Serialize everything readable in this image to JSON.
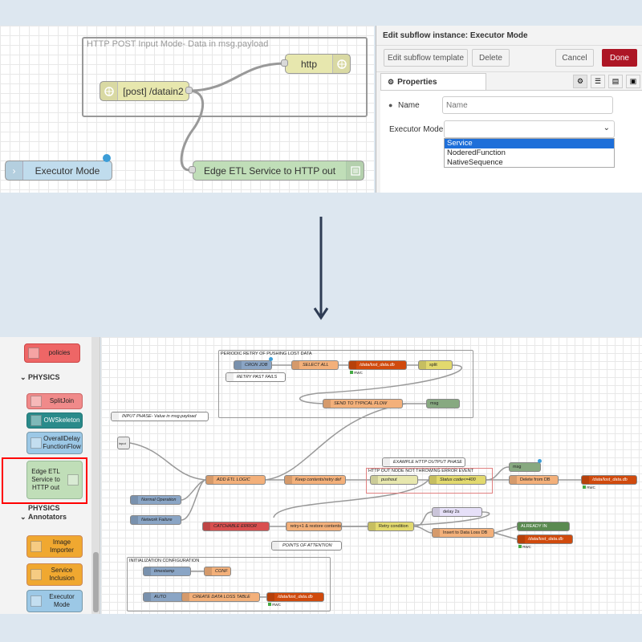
{
  "top": {
    "group_label": "HTTP POST Input Mode- Data in msg.payload",
    "nodes": {
      "http": "http",
      "post": "[post] /datain2",
      "executor": "Executor Mode",
      "edge": "Edge ETL Service to HTTP out"
    },
    "editor": {
      "title": "Edit subflow instance: Executor Mode",
      "edit_template": "Edit subflow template",
      "delete": "Delete",
      "cancel": "Cancel",
      "done": "Done",
      "tab": "Properties",
      "name_label": "Name",
      "name_placeholder": "Name",
      "executor_label": "Executor Mode",
      "options": [
        "Service",
        "NoderedFunction",
        "NativeSequence"
      ],
      "selected_option": "Service"
    }
  },
  "bottom": {
    "palette": {
      "policies": "policies",
      "physics_header": "PHYSICS",
      "items": [
        "SplitJoin",
        "OWSkeleton",
        "OverallDelay FunctionFlow",
        "Edge ETL Service to HTTP out"
      ],
      "annotators_header": "PHYSICS Annotators",
      "annotators": [
        "Image Importer",
        "Service Inclusion",
        "Executor Mode"
      ]
    },
    "groups": {
      "periodic": "PERIODIC RETRY OF PUSHING LOST DATA",
      "http_out": "HTTP OUT NODE NOT THROWING ERROR EVENT",
      "init": "INITIALIZATION CONFIGURATION"
    },
    "nodes": {
      "cron": "CRON JOB",
      "select_all": "SELECT ALL",
      "db": "/data/lost_data.db",
      "rwc": "RWC",
      "split": "split",
      "retry_past": "RETRY PAST FAILS",
      "send_typical": "SEND TO TYPICAL FLOW",
      "msg": "msg",
      "input_phase": "INPUT PHASE- Value in msg.payload",
      "input": "input",
      "add_etl": "ADD ETL LOGIC",
      "keep": "Keep contents/retry def",
      "example_http": "EXAMPLE HTTP OUTPUT PHASE",
      "pushout": "pushout",
      "status": "Status code<=400",
      "delete_db": "Delete from DB",
      "normal": "Normal Operation",
      "network": "Network Failure",
      "catchable": "CATCHABLE ERROR",
      "retry_restore": "retry+1 & restore contents",
      "retry_condition": "Retry condition",
      "delay": "delay 2s",
      "insert": "Insert to Data Loss DB",
      "already": "ALREADY IN",
      "points": "POINTS OF ATTENTION",
      "timestamp": "timestamp",
      "conf": "CONF",
      "auto": "AUTO",
      "create_table": "CREATE DATA LOSS TABLE"
    }
  },
  "colors": {
    "background": "#dde7f0",
    "done_button": "#ad1625",
    "highlight": "#ff0000",
    "http_node": "#e7e7ae",
    "edge_node": "#c0deb8",
    "executor_node": "#c0dced",
    "arrow": "#2e3c54"
  }
}
